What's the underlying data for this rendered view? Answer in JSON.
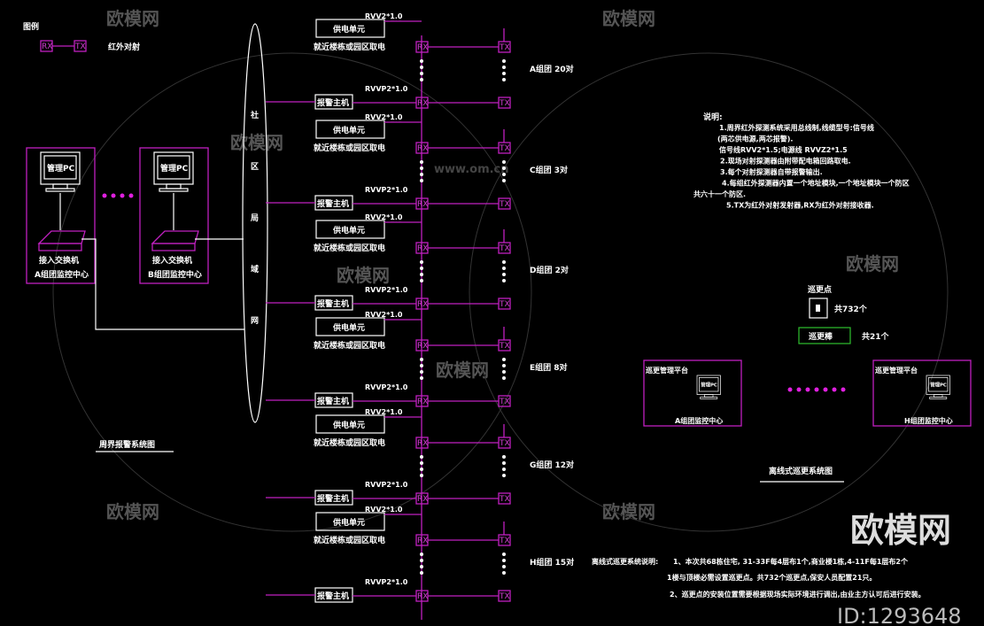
{
  "legend": {
    "title": "图例",
    "rx": "RX",
    "tx": "TX",
    "label": "红外对射"
  },
  "network": {
    "label_chars": [
      "社",
      "区",
      "局",
      "域",
      "网"
    ]
  },
  "centers": [
    {
      "pc": "管理PC",
      "switch": "接入交换机",
      "name": "A组团监控中心"
    },
    {
      "pc": "管理PC",
      "switch": "接入交换机",
      "name": "B组团监控中心"
    }
  ],
  "perimeter_title": "周界报警系统图",
  "groups": [
    {
      "label": "A组团  20对"
    },
    {
      "label": "C组团  3对"
    },
    {
      "label": "D组团  2对"
    },
    {
      "label": "E组团  8对"
    },
    {
      "label": "G组团  12对"
    },
    {
      "label": "H组团  15对"
    }
  ],
  "group_common": {
    "power_unit": "供电单元",
    "power_note": "就近楼栋或园区取电",
    "power_cable": "RVV2*1.0",
    "alarm_host": "报警主机",
    "signal_cable": "RVVP2*1.0",
    "rx": "RX",
    "tx": "TX"
  },
  "notes": {
    "title": "说明:",
    "lines": [
      "1.周界红外探测系统采用总线制,线缆型号:信号线",
      "(两芯供电源,两芯报警).",
      "信号线RVV2*1.5;电源线 RVVZ2*1.5",
      "2.现场对射探测器由附带配电箱回路取电.",
      "3.每个对射探测器自带报警输出.",
      "4.每组红外探测器内置一个地址模块,一个地址模块一个防区",
      "共六十一个防区.",
      "5.TX为红外对射发射器,RX为红外对射接收器."
    ]
  },
  "patrol": {
    "point_label": "巡更点",
    "point_count": "共732个",
    "stick_label": "巡更棒",
    "stick_count": "共21个",
    "centers": [
      {
        "platform": "巡更管理平台",
        "pc": "管理PC",
        "name": "A组团监控中心"
      },
      {
        "platform": "巡更管理平台",
        "pc": "管理PC",
        "name": "H组团监控中心"
      }
    ],
    "title": "离线式巡更系统图",
    "desc_title": "离线式巡更系统说明:",
    "desc_lines": [
      "1、本次共68栋住宅, 31-33F每4层布1个,商业楼1栋,4-11F每1层布2个",
      "1楼与顶楼必需设置巡更点。共732个巡更点,保安人员配置21只。",
      "2、巡更点的安装位置需要根据现场实际环境进行调出,由业主方认可后进行安装。"
    ]
  },
  "watermark": {
    "brand": "欧模网",
    "url": "www.om.cn",
    "id": "ID:1293648"
  },
  "colors": {
    "background": "#000000",
    "line": "#c020c0",
    "text": "#ffffff",
    "stick_border": "#30c030"
  }
}
